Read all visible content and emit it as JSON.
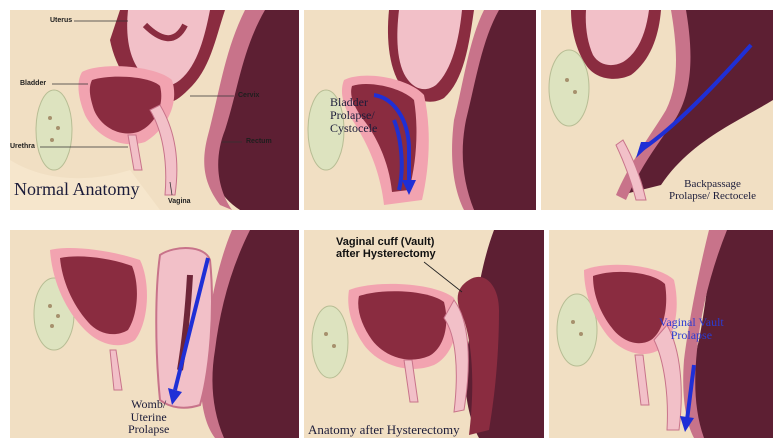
{
  "colors": {
    "background": "#ffffff",
    "skin": "#f1dfc3",
    "tissue": "#f2c0c8",
    "muscle": "#8a2c40",
    "deep_tissue": "#6e2538",
    "pink_fold": "#c8738a",
    "bone": "#dde3bf",
    "arrow": "#1f2fd6",
    "label_dark": "#1c1c3a",
    "label_blue": "#2b3bd2"
  },
  "panels": [
    {
      "id": "normal",
      "caption": "Normal Anatomy",
      "labels": {
        "uterus": "Uterus",
        "bladder": "Bladder",
        "cervix": "Cervix",
        "urethra": "Urethra",
        "rectum": "Rectum",
        "vagina": "Vagina"
      }
    },
    {
      "id": "cystocele",
      "caption_lines": [
        "Bladder",
        "Prolapse/",
        "Cystocele"
      ],
      "arrow_icon": "arrow-down-icon"
    },
    {
      "id": "rectocele",
      "caption_lines": [
        "Backpassage",
        "Prolapse/ Rectocele"
      ],
      "arrow_icon": "arrow-left-down-icon"
    },
    {
      "id": "uterine",
      "caption_lines": [
        "Womb/",
        "Uterine",
        "Prolapse"
      ],
      "arrow_icon": "arrow-down-icon"
    },
    {
      "id": "hysterectomy",
      "header_lines": [
        "Vaginal cuff (Vault)",
        "after Hysterectomy"
      ],
      "caption": "Anatomy after Hysterectomy"
    },
    {
      "id": "vault",
      "caption_lines": [
        "Vaginal Vault",
        "Prolapse"
      ],
      "arrow_icon": "arrow-down-icon"
    }
  ]
}
